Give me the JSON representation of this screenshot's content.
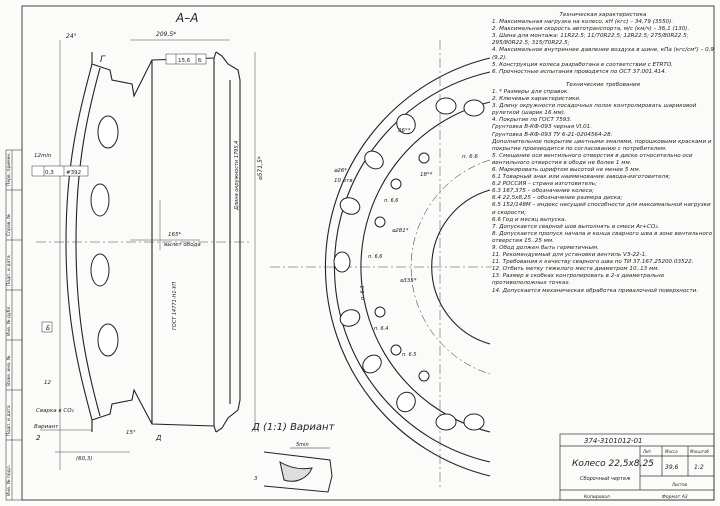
{
  "section_label": "А–А",
  "detail_label": "Д (1:1) Вариант",
  "view_label": "Г",
  "dims": {
    "d24": "24°",
    "d2095": "209,5*",
    "frame_a": "15,6",
    "frame_b": "Б",
    "d12": "12min",
    "frame_c": "0,3",
    "frame_c2": "#392",
    "d165": "165*",
    "vylet": "вылет обода",
    "d5715": "⌀571,5*",
    "dlina": "Длина окружности 1795,4",
    "gost": "ГОСТ 14771-Н1-УП",
    "frame_b2": "Б",
    "d12b": "12",
    "svarka": "Сварка в CO₂",
    "variant": "Вариант",
    "d2": "2",
    "d15": "15°",
    "d603": "(60,3)",
    "d_detail": "Д",
    "d5min": "5min",
    "d3": "3"
  },
  "front_dims": {
    "d26": "⌀26*",
    "otv": "10 отв",
    "d36": "36°*",
    "p66a": "п. 6.6",
    "d18": "18°*",
    "p66b": "п. 6.6",
    "d281": "⌀281*",
    "p66c": "п. 6.6",
    "p63": "п. 6.3",
    "d335": "⌀335*",
    "p64": "п. 6.4",
    "p65": "п. 6.5"
  },
  "notes_title": "Техническая характеристика",
  "notes": [
    "1. Максимальная нагрузка на колесо, кН (кгс) – 34,79 (3550).",
    "2. Максимальная скорость автотранспорта, м/с (км/ч) – 36,1 (130).",
    "3. Шина для монтажа: 11R22.5; 11/70R22.5; 12R22.5; 275/80R22.5; 295/80R22.5; 315/70R22.5;",
    "4. Максимальное внутреннее давление воздуха в шине, кПа (кгс/см²) – 0,9 (9,2).",
    "5. Конструкция колеса разработана в соответствии с ETRTO.",
    "6. Прочностные испытания проводятся по ОСТ 37.001.414."
  ],
  "req_title": "Технические требования",
  "reqs": [
    "1. * Размеры для справок.",
    "2. Ключевые характеристики.",
    "3. Длину окружности посадочных полок контролировать шариковой рулеткой (шарик 16 мм).",
    "4. Покрытие по ГОСТ 7593.",
    "Грунтовка В-КФ-093 черная VI.01.",
    "Грунтовка В-КФ-093 ТУ 6-21-0204564-28.",
    "Дополнительное покрытие цветными эмалями, порошковыми красками и покрытие производится по согласованию с потребителем.",
    "5. Смещение оси вентильного отверстия в диске относительно оси вентильного отверстия в ободе не более 1 мм.",
    "6. Маркировать шрифтом высотой не менее 5 мм.",
    "6.1 Товарный знак или наименование завода-изготовителя;",
    "6.2 РОССИЯ – страна изготовитель;",
    "6.3 167,375 – обозначение колеса;",
    "6.4 22,5х8,25 – обозначение размера диска;",
    "6.5 152/148M – индекс несущей способности для максимальной нагрузки и скорости;",
    "6.6 Год и месяц выпуска.",
    "7. Допускается сварной шов выполнять в смеси Ar+CO₂.",
    "8. Допускается пропуск начала и конца сварного шва в зоне вентильного отверстия 15..25 мм.",
    "9. Обод должен быть герметичным.",
    "11. Рекомендуемый для установки вентиль VЗ-22-1.",
    "11. Требования к качеству сварного шва по ТИ 37.167.25200.03522.",
    "12. Отбить метку тяжелого места диаметром 10..13 мм.",
    "13. Размер в скобках контролировать в 2-х диаметрально противоположных точках.",
    "14. Допускается механическая обработка привалочной поверхности."
  ],
  "title_block": {
    "doc_no": "374-3101012-01",
    "name": "Колесо 22,5х8,25",
    "sub": "Сборочный чертеж",
    "lit_h": "Лит.",
    "mass_h": "Масса",
    "scale_h": "Масштаб",
    "mass": "39,6",
    "scale": "1:2",
    "sheet": "Листов",
    "copied": "Копировал",
    "format": "Формат А3"
  },
  "left_strip": [
    "Перв. примен.",
    "Справ. №",
    "Подп. и дата",
    "Инв. № дубл.",
    "Взам. инв. №",
    "Подп. и дата",
    "Инв. № подл."
  ]
}
